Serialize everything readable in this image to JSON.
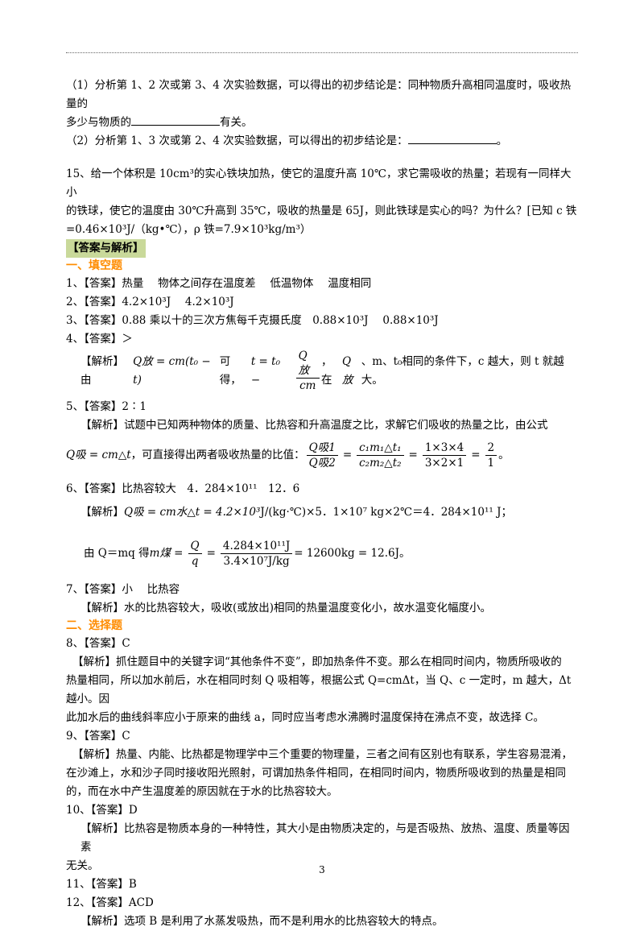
{
  "q14": {
    "l1": "（1）分析第 1、2 次或第 3、4 次实验数据，可以得出的初步结论是：同种物质升高相同温度时，吸收热量的",
    "l2a": "多少与物质的",
    "l2b": "有关。",
    "l3a": "（2）分析第 1、3 次或第 2、4 次实验数据，可以得出的初步结论是：",
    "l3b": "。"
  },
  "q15": {
    "l1": "15、给一个体积是 10cm³的实心铁块加热，使它的温度升高 10℃，求它需吸收的热量；若现有一同样大小",
    "l2": "的铁球，使它的温度由 30℃升高到 35℃，吸收的热量是 65J，则此铁球是实心的吗？为什么？[已知 c 铁",
    "l3": "=0.46×10³J/（kg•℃），ρ 铁=7.9×10³kg/m³）"
  },
  "answers_header": "【答案与解析】",
  "sec1": "一、填空题",
  "a1": "1、【答案】热量　 物体之间存在温度差　 低温物体　 温度相同",
  "a2": "2、【答案】4.2×10³J　 4.2×10³J",
  "a3": "3、【答案】0.88 乘以十的三次方焦每千克摄氏度　0.88×10³J　 0.88×10³J",
  "a4": "4、【答案】＞",
  "a4e": {
    "pre": "【解析】由",
    "f1": "Q放 = cm(t₀ − t)",
    "mid": "可得，",
    "f2l": "t = t₀ −",
    "f2n": "Q放",
    "f2d": "cm",
    "mid2": "，在",
    "f3": "Q放",
    "post": "、m、t₀相同的条件下，c 越大，则 t 就越大。"
  },
  "a5": "5、【答案】2∶1",
  "a5e1": "【解析】试题中已知两种物体的质量、比热容和升高温度之比，求解它们吸收的热量之比，由公式",
  "a5e2": {
    "f1": "Q吸 = cm△t",
    "mid": "，可直接得出两者吸收热量的比值：",
    "n1": "Q吸1",
    "d1": "Q吸2",
    "n2": "c₁m₁△t₁",
    "d2": "c₂m₂△t₂",
    "n3": "1×3×4",
    "d3": "3×2×1",
    "n4": "2",
    "d4": "1",
    "post": "。"
  },
  "a6": "6、【答案】比热容较大　4．284×10¹¹　12．6",
  "a6e": {
    "pre": "【解析】",
    "f1": "Q吸 = cm水△t = 4.2×10³",
    "post": "J/(kg·℃)×5．1×10⁷ kg×2℃＝4．284×10¹¹ J；"
  },
  "a6e2": {
    "pre": "由 Q＝mq 得",
    "f1": "m煤 =",
    "n1": "Q",
    "d1": "q",
    "n2": "4.284×10¹¹J",
    "d2": "3.4×10⁷J/kg",
    "post": "= 12600kg = 12.6J。"
  },
  "a7": "7、【答案】小　 比热容",
  "a7e": "【解析】水的比热容较大，吸收(或放出)相同的热量温度变化小，故水温变化幅度小。",
  "sec2": "二、选择题",
  "a8": "8、【答案】C",
  "a8e": [
    "【解析】抓住题目中的关键字词“其他条件不变”，即加热条件不变。那么在相同时间内，物质所吸收的",
    "热量相同，所以加水前后，水在相同时刻 Q 吸相等，根据公式 Q=cmΔt，当 Q、c 一定时，m 越大，Δt 越小。因",
    "此加水后的曲线斜率应小于原来的曲线 a，同时应当考虑水沸腾时温度保持在沸点不变，故选择 C。"
  ],
  "a9": "9、【答案】C",
  "a9e": [
    "【解析】热量、内能、比热都是物理学中三个重要的物理量，三者之间有区别也有联系，学生容易混淆，",
    "在沙滩上，水和沙子同时接收阳光照射，可谓加热条件相同，在相同时间内，物质所吸收到的热量是相同",
    "的，而在水中产生温度差的原因就在于水的比热容较大。"
  ],
  "a10": "10、【答案】D",
  "a10e": [
    "【解析】比热容是物质本身的一种特性，其大小是由物质决定的，与是否吸热、放热、温度、质量等因素",
    "无关。"
  ],
  "a11": "11、【答案】B",
  "a12": "12、【答案】ACD",
  "a12e": "【解析】选项 B 是利用了水蒸发吸热，而不是利用水的比热容较大的特点。",
  "page_number": "3"
}
